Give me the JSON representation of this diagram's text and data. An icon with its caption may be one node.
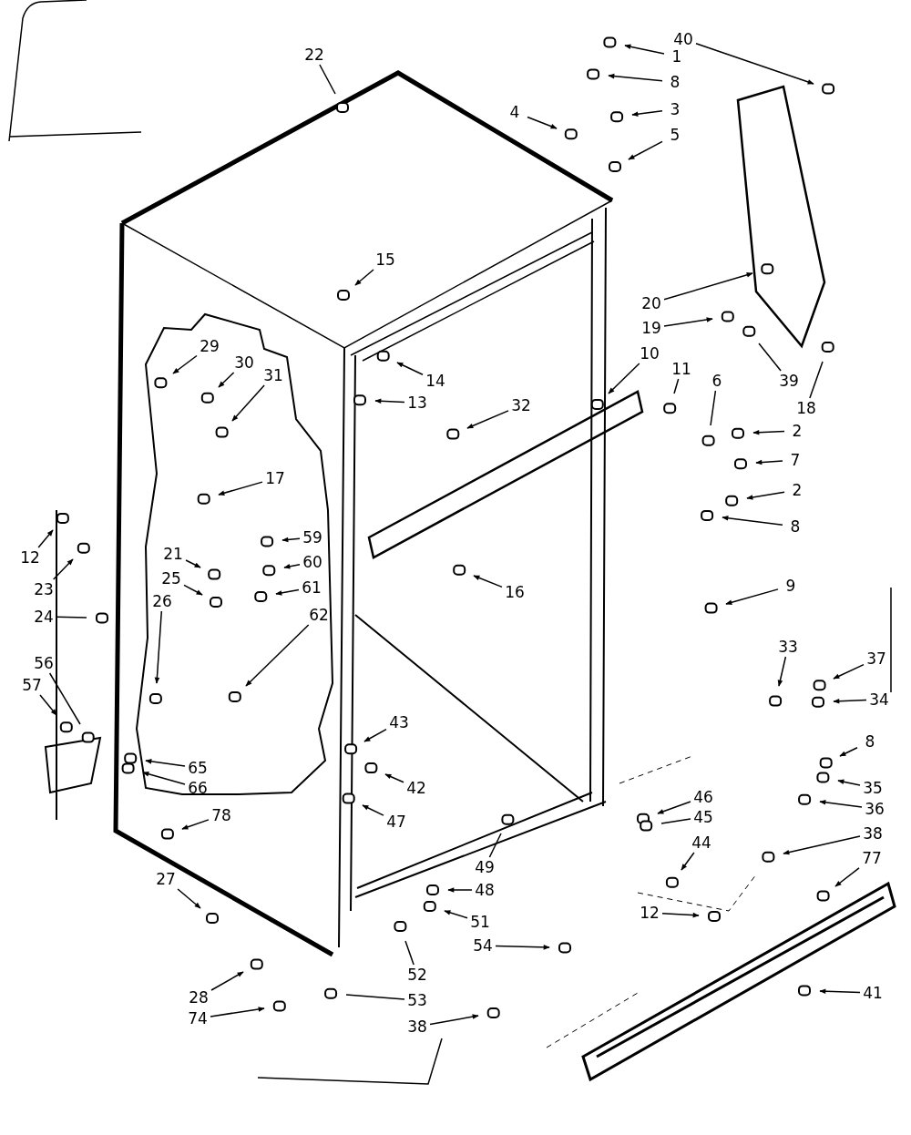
{
  "diagram": {
    "nodes": [
      {
        "text": [
          "22"
        ]
      },
      {
        "text": [
          "40"
        ]
      },
      {
        "text": [
          "1"
        ]
      },
      {
        "text": [
          "8"
        ]
      },
      {
        "text": [
          "4"
        ]
      },
      {
        "text": [
          "3"
        ]
      },
      {
        "text": [
          "5"
        ]
      },
      {
        "text": [
          "15"
        ]
      },
      {
        "text": [
          "20"
        ]
      },
      {
        "text": [
          "19"
        ]
      },
      {
        "text": [
          "14"
        ]
      },
      {
        "text": [
          "29"
        ]
      },
      {
        "text": [
          "13"
        ]
      },
      {
        "text": [
          "30"
        ]
      },
      {
        "text": [
          "10"
        ]
      },
      {
        "text": [
          "31"
        ]
      },
      {
        "text": [
          "11"
        ]
      },
      {
        "text": [
          "6"
        ]
      },
      {
        "text": [
          "39"
        ]
      },
      {
        "text": [
          "32"
        ]
      },
      {
        "text": [
          "18"
        ]
      },
      {
        "text": [
          "2"
        ]
      },
      {
        "text": [
          "7"
        ]
      },
      {
        "text": [
          "17"
        ]
      },
      {
        "text": [
          "2"
        ]
      },
      {
        "text": [
          "8"
        ]
      },
      {
        "text": [
          "12"
        ]
      },
      {
        "text": [
          "59"
        ]
      },
      {
        "text": [
          "21"
        ]
      },
      {
        "text": [
          "23"
        ]
      },
      {
        "text": [
          "60"
        ]
      },
      {
        "text": [
          "25"
        ]
      },
      {
        "text": [
          "16"
        ]
      },
      {
        "text": [
          "26"
        ]
      },
      {
        "text": [
          "9"
        ]
      },
      {
        "text": [
          "61"
        ]
      },
      {
        "text": [
          "24"
        ]
      },
      {
        "text": [
          "62"
        ]
      },
      {
        "text": [
          "56"
        ]
      },
      {
        "text": [
          "33"
        ]
      },
      {
        "text": [
          "37"
        ]
      },
      {
        "text": [
          "57"
        ]
      },
      {
        "text": [
          "34"
        ]
      },
      {
        "text": [
          "43"
        ]
      },
      {
        "text": [
          "8"
        ]
      },
      {
        "text": [
          "65"
        ]
      },
      {
        "text": [
          "42"
        ]
      },
      {
        "text": [
          "35"
        ]
      },
      {
        "text": [
          "66"
        ]
      },
      {
        "text": [
          "36"
        ]
      },
      {
        "text": [
          "78"
        ]
      },
      {
        "text": [
          "47"
        ]
      },
      {
        "text": [
          "46"
        ]
      },
      {
        "text": [
          "45"
        ]
      },
      {
        "text": [
          "38"
        ]
      },
      {
        "text": [
          "49"
        ]
      },
      {
        "text": [
          "44"
        ]
      },
      {
        "text": [
          "27"
        ]
      },
      {
        "text": [
          "48"
        ]
      },
      {
        "text": [
          "77"
        ]
      },
      {
        "text": [
          "12"
        ]
      },
      {
        "text": [
          "51"
        ]
      },
      {
        "text": [
          "54"
        ]
      },
      {
        "text": [
          "52"
        ]
      },
      {
        "text": [
          "28"
        ]
      },
      {
        "text": [
          "41"
        ]
      },
      {
        "text": [
          "53"
        ]
      },
      {
        "text": [
          "74"
        ]
      },
      {
        "text": [
          "38"
        ]
      }
    ],
    "edges": [
      {
        "from": 0,
        "to": null,
        "arrow": "none"
      },
      {
        "from": 1,
        "to": null,
        "arrow": "to"
      },
      {
        "from": 2,
        "to": null,
        "arrow": "to"
      },
      {
        "from": 3,
        "to": null,
        "arrow": "to"
      },
      {
        "from": 4,
        "to": null,
        "arrow": "to"
      },
      {
        "from": 5,
        "to": null,
        "arrow": "to"
      },
      {
        "from": 6,
        "to": null,
        "arrow": "to"
      },
      {
        "from": 7,
        "to": null,
        "arrow": "to"
      },
      {
        "from": 8,
        "to": null,
        "arrow": "to"
      },
      {
        "from": 9,
        "to": null,
        "arrow": "to"
      },
      {
        "from": 10,
        "to": null,
        "arrow": "to"
      },
      {
        "from": 11,
        "to": null,
        "arrow": "to"
      },
      {
        "from": 12,
        "to": null,
        "arrow": "to"
      },
      {
        "from": 13,
        "to": null,
        "arrow": "to"
      },
      {
        "from": 14,
        "to": null,
        "arrow": "to"
      },
      {
        "from": 15,
        "to": null,
        "arrow": "to"
      },
      {
        "from": 16,
        "to": null,
        "arrow": "none"
      },
      {
        "from": 17,
        "to": null,
        "arrow": "none"
      },
      {
        "from": 18,
        "to": null,
        "arrow": "none"
      },
      {
        "from": 19,
        "to": null,
        "arrow": "to"
      },
      {
        "from": 20,
        "to": null,
        "arrow": "none"
      },
      {
        "from": 21,
        "to": null,
        "arrow": "to"
      },
      {
        "from": 22,
        "to": null,
        "arrow": "to"
      },
      {
        "from": 23,
        "to": null,
        "arrow": "to"
      },
      {
        "from": 24,
        "to": null,
        "arrow": "to"
      },
      {
        "from": 25,
        "to": null,
        "arrow": "to"
      },
      {
        "from": 26,
        "to": null,
        "arrow": "to"
      },
      {
        "from": 27,
        "to": null,
        "arrow": "to"
      },
      {
        "from": 28,
        "to": null,
        "arrow": "to"
      },
      {
        "from": 29,
        "to": null,
        "arrow": "to"
      },
      {
        "from": 30,
        "to": null,
        "arrow": "to"
      },
      {
        "from": 31,
        "to": null,
        "arrow": "to"
      },
      {
        "from": 32,
        "to": null,
        "arrow": "to"
      },
      {
        "from": 33,
        "to": null,
        "arrow": "to"
      },
      {
        "from": 34,
        "to": null,
        "arrow": "to"
      },
      {
        "from": 35,
        "to": null,
        "arrow": "to"
      },
      {
        "from": 36,
        "to": null,
        "arrow": "none"
      },
      {
        "from": 37,
        "to": null,
        "arrow": "to"
      },
      {
        "from": 38,
        "to": null,
        "arrow": "none"
      },
      {
        "from": 39,
        "to": null,
        "arrow": "to"
      },
      {
        "from": 40,
        "to": null,
        "arrow": "to"
      },
      {
        "from": 41,
        "to": null,
        "arrow": "to"
      },
      {
        "from": 42,
        "to": null,
        "arrow": "to"
      },
      {
        "from": 43,
        "to": null,
        "arrow": "to"
      },
      {
        "from": 44,
        "to": null,
        "arrow": "to"
      },
      {
        "from": 45,
        "to": null,
        "arrow": "to"
      },
      {
        "from": 46,
        "to": null,
        "arrow": "to"
      },
      {
        "from": 47,
        "to": null,
        "arrow": "to"
      },
      {
        "from": 48,
        "to": null,
        "arrow": "to"
      },
      {
        "from": 49,
        "to": null,
        "arrow": "to"
      },
      {
        "from": 50,
        "to": null,
        "arrow": "to"
      },
      {
        "from": 51,
        "to": null,
        "arrow": "to"
      },
      {
        "from": 52,
        "to": null,
        "arrow": "to"
      },
      {
        "from": 53,
        "to": null,
        "arrow": "none"
      },
      {
        "from": 54,
        "to": null,
        "arrow": "to"
      },
      {
        "from": 55,
        "to": null,
        "arrow": "none"
      },
      {
        "from": 56,
        "to": null,
        "arrow": "to"
      },
      {
        "from": 57,
        "to": null,
        "arrow": "to"
      },
      {
        "from": 58,
        "to": null,
        "arrow": "to"
      },
      {
        "from": 59,
        "to": null,
        "arrow": "to"
      },
      {
        "from": 60,
        "to": null,
        "arrow": "to"
      },
      {
        "from": 61,
        "to": null,
        "arrow": "to"
      },
      {
        "from": 62,
        "to": null,
        "arrow": "to"
      },
      {
        "from": 63,
        "to": null,
        "arrow": "none"
      },
      {
        "from": 64,
        "to": null,
        "arrow": "to"
      },
      {
        "from": 65,
        "to": null,
        "arrow": "to"
      },
      {
        "from": 66,
        "to": null,
        "arrow": "none"
      },
      {
        "from": 67,
        "to": null,
        "arrow": "to"
      },
      {
        "from": 68,
        "to": null,
        "arrow": "to"
      }
    ]
  }
}
